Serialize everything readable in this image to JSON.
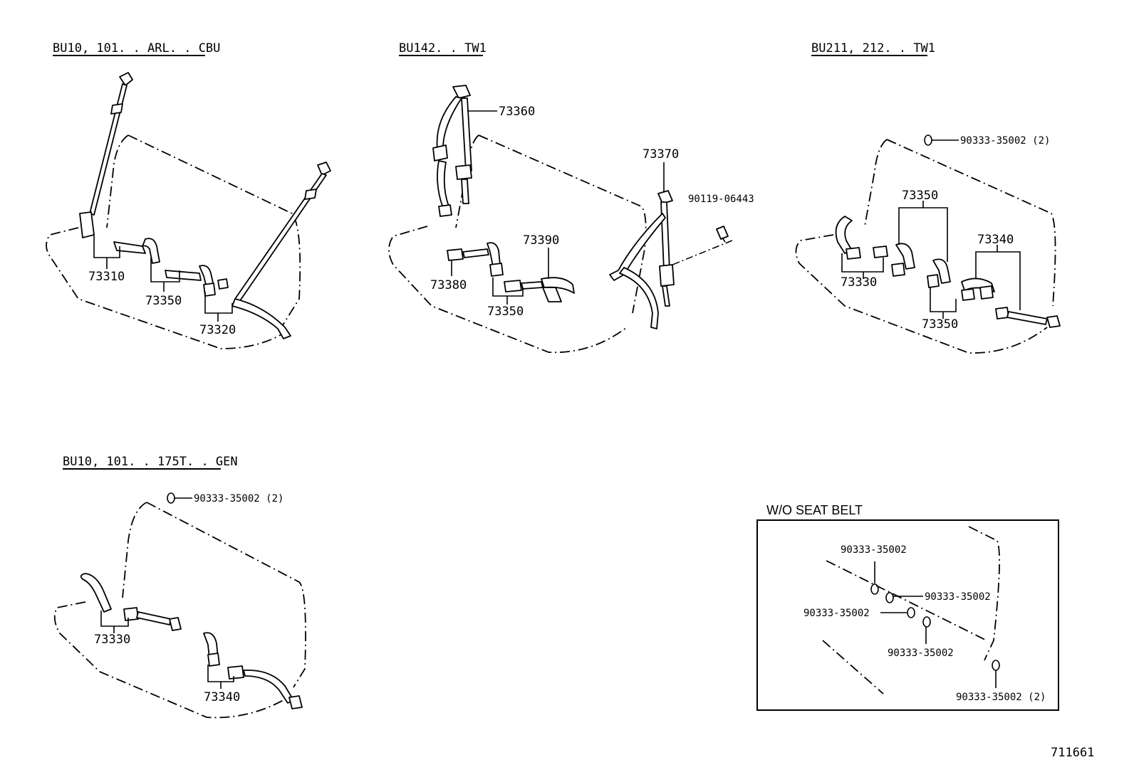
{
  "groups": {
    "g1": {
      "title": "BU10, 101. . ARL. . CBU",
      "parts": [
        "73310",
        "73350",
        "73320"
      ]
    },
    "g2": {
      "title": "BU142. . TW1",
      "parts": [
        "73360",
        "73370",
        "90119-06443",
        "73390",
        "73380",
        "73350"
      ]
    },
    "g3": {
      "title": "BU211, 212. . TW1",
      "parts": [
        "90333-35002 (2)",
        "73350",
        "73340",
        "73330",
        "73350"
      ]
    },
    "g4": {
      "title": "BU10, 101. . 175T. . GEN",
      "parts": [
        "90333-35002 (2)",
        "73330",
        "73340"
      ]
    },
    "g5": {
      "title": "W/O SEAT BELT",
      "parts": [
        "90333-35002",
        "90333-35002",
        "90333-35002",
        "90333-35002",
        "90333-35002 (2)"
      ]
    }
  },
  "figure_number": "711661"
}
